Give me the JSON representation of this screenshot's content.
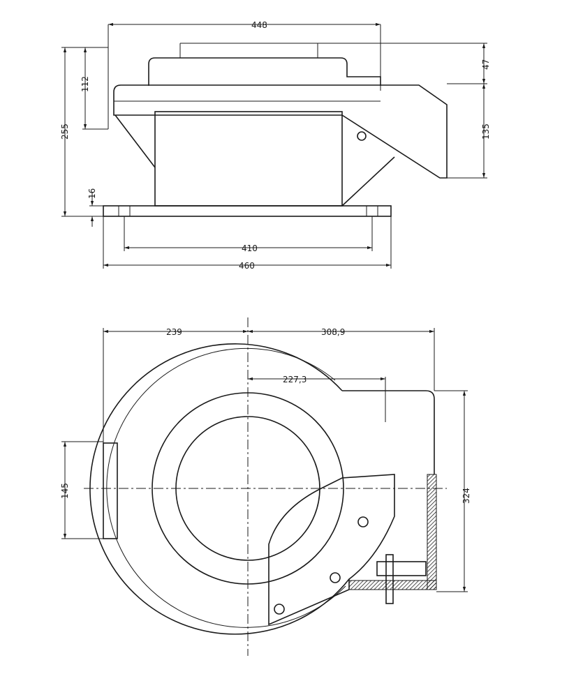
{
  "elevation_view": {
    "dimensions": {
      "overall_top_width": "448",
      "top_height": "112",
      "total_height": "255",
      "cap_height": "47",
      "arm_height": "135",
      "base_thickness": "16",
      "bolt_spacing": "410",
      "base_width": "460"
    }
  },
  "plan_view": {
    "dimensions": {
      "left_radius": "239",
      "right_extent": "308,9",
      "housing_offset": "227,3",
      "left_lug_height": "145",
      "housing_height": "324"
    }
  },
  "colors": {
    "line": "#1a1a1a",
    "background": "#ffffff"
  }
}
